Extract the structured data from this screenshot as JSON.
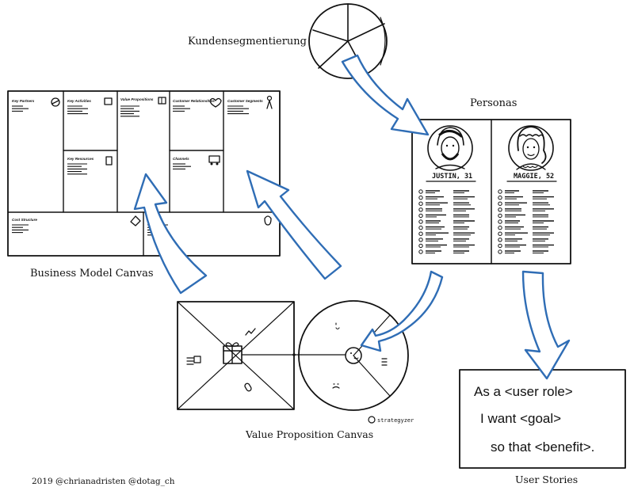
{
  "labels": {
    "kundensegmentierung": "Kundensegmentierung",
    "personas": "Personas",
    "business_model_canvas": "Business Model Canvas",
    "value_proposition_canvas": "Value Proposition Canvas",
    "user_stories": "User Stories",
    "credit": "2019 @chrianadristen @dotag_ch",
    "strategyzer": "strategyzer"
  },
  "bmc": {
    "key_partners": "Key Partners",
    "key_activities": "Key Activities",
    "value_propositions": "Value Propositions",
    "customer_relationships": "Customer Relationships",
    "customer_segments": "Customer Segments",
    "key_resources": "Key Resources",
    "channels": "Channels",
    "cost_structure": "Cost Structure"
  },
  "personas": {
    "left_name": "JUSTIN, 31",
    "right_name": "MAGGIE, 52"
  },
  "user_story": {
    "line1": "As a <user role>",
    "line2": "I want <goal>",
    "line3": "so that <benefit>."
  },
  "colors": {
    "arrow_stroke": "#2f6db5",
    "ink": "#111111",
    "background": "#ffffff"
  }
}
